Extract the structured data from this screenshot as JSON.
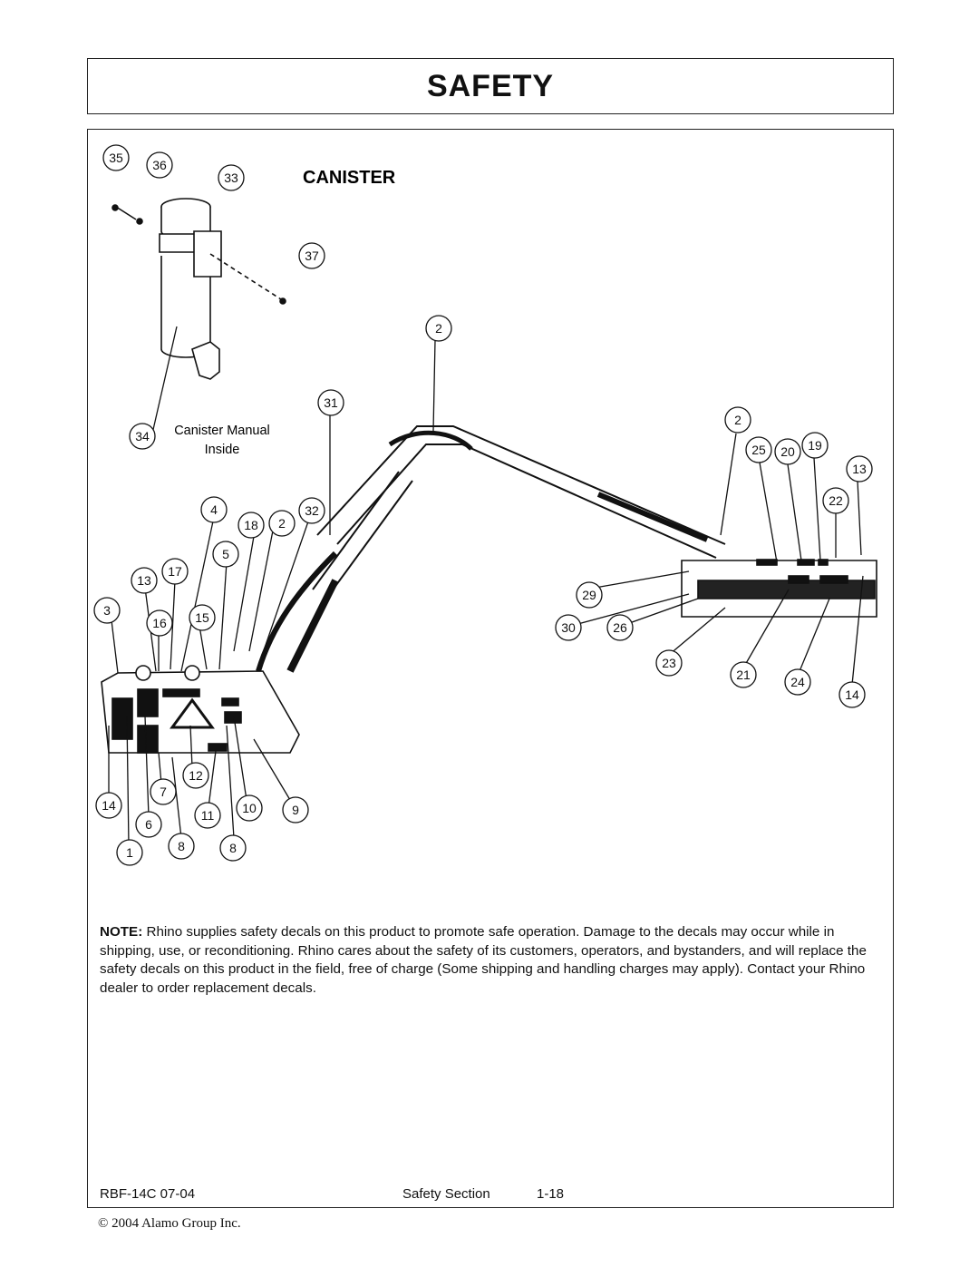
{
  "header": {
    "title": "SAFETY"
  },
  "diagram": {
    "section_title": "CANISTER",
    "manual_label_line1": "Canister Manual",
    "manual_label_line2": "Inside",
    "callouts": [
      "35",
      "36",
      "33",
      "37",
      "2",
      "31",
      "34",
      "2",
      "25",
      "20",
      "19",
      "13",
      "22",
      "4",
      "18",
      "2",
      "32",
      "5",
      "13",
      "17",
      "29",
      "3",
      "16",
      "15",
      "30",
      "26",
      "23",
      "21",
      "24",
      "14",
      "12",
      "7",
      "14",
      "11",
      "10",
      "9",
      "6",
      "1",
      "8",
      "8"
    ]
  },
  "note": {
    "label": "NOTE:",
    "text": " Rhino supplies safety decals on this product to promote safe operation. Damage to the decals may occur while in shipping, use, or reconditioning. Rhino cares about the safety of its customers, operators, and bystanders, and will replace the safety decals on this product in the field, free of charge (Some shipping and handling charges may apply). Contact your Rhino dealer to order replacement decals."
  },
  "footer": {
    "doc_code": "RBF-14C 07-04",
    "section": "Safety Section",
    "page": "1-18",
    "copyright": "© 2004 Alamo Group Inc."
  }
}
